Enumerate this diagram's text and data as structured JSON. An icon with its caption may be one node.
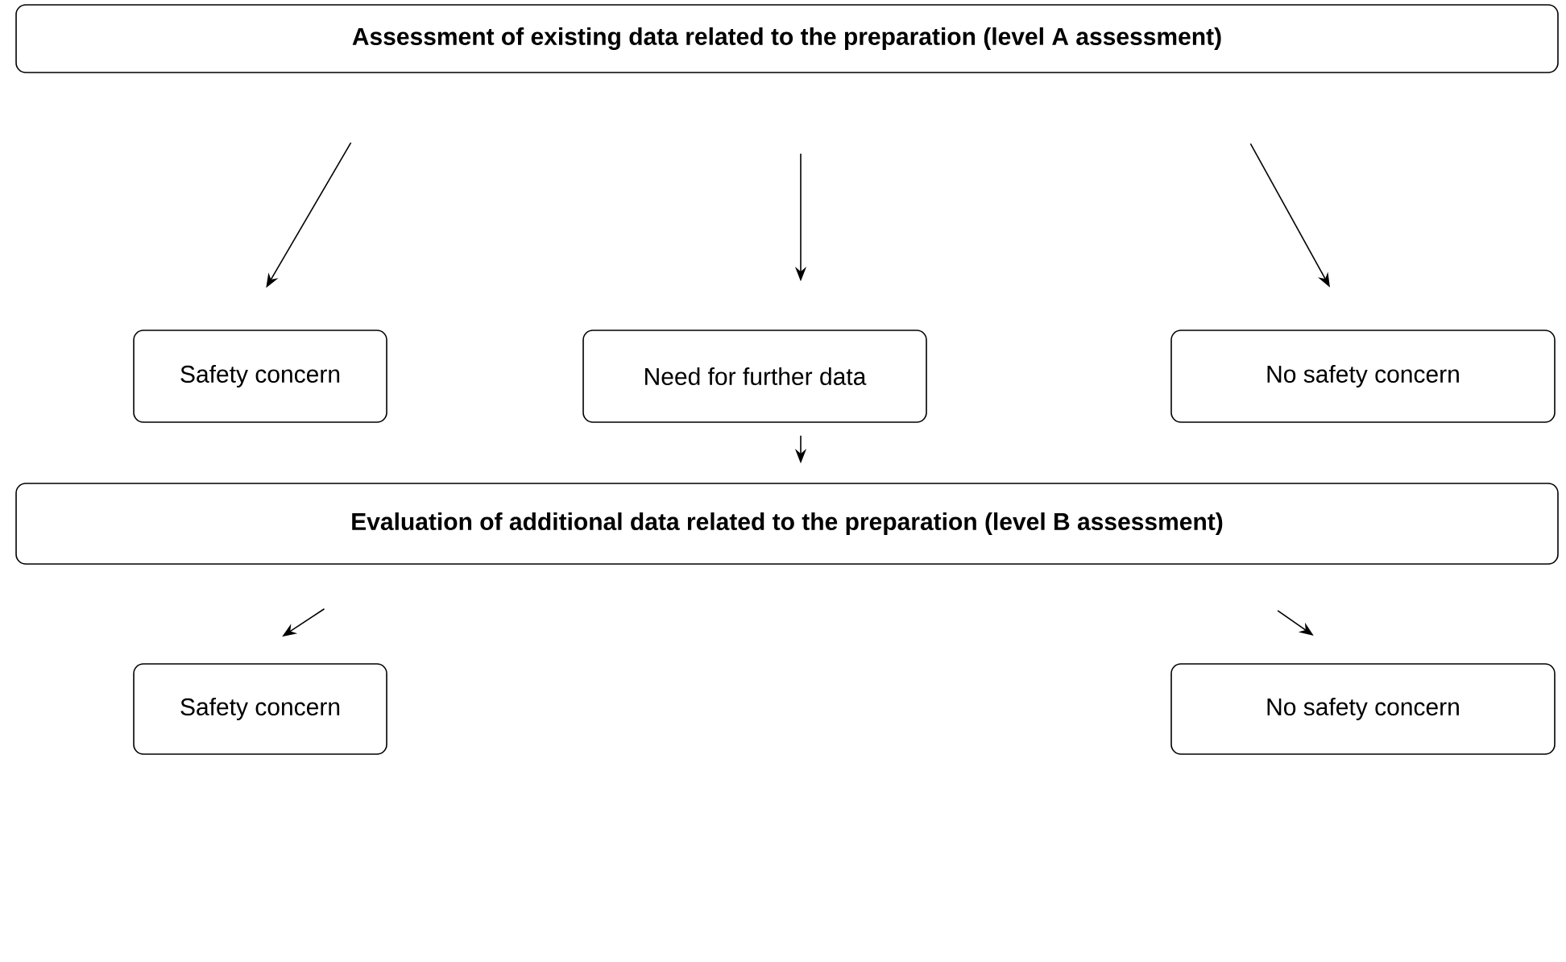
{
  "diagram": {
    "nodes": [
      {
        "text": [
          "**Assessment of existing data related to the preparation (level A assessment)**"
        ]
      },
      {
        "text": [
          "Safety concern"
        ]
      },
      {
        "text": [
          "Need for further data"
        ]
      },
      {
        "text": [
          "No safety concern"
        ]
      },
      {
        "text": [
          "**Evaluation of additional data related to the preparation (level B assessment)**"
        ]
      },
      {
        "text": [
          "Safety concern"
        ]
      },
      {
        "text": [
          "No safety concern"
        ]
      }
    ],
    "edges": [
      {
        "from": 0,
        "to": 1,
        "arrow": "to"
      },
      {
        "from": 0,
        "to": 2,
        "arrow": "to"
      },
      {
        "from": 0,
        "to": 3,
        "arrow": "to"
      },
      {
        "from": 2,
        "to": 4,
        "arrow": "to"
      },
      {
        "from": 4,
        "to": 5,
        "arrow": "to"
      },
      {
        "from": 4,
        "to": 6,
        "arrow": "to"
      }
    ]
  }
}
